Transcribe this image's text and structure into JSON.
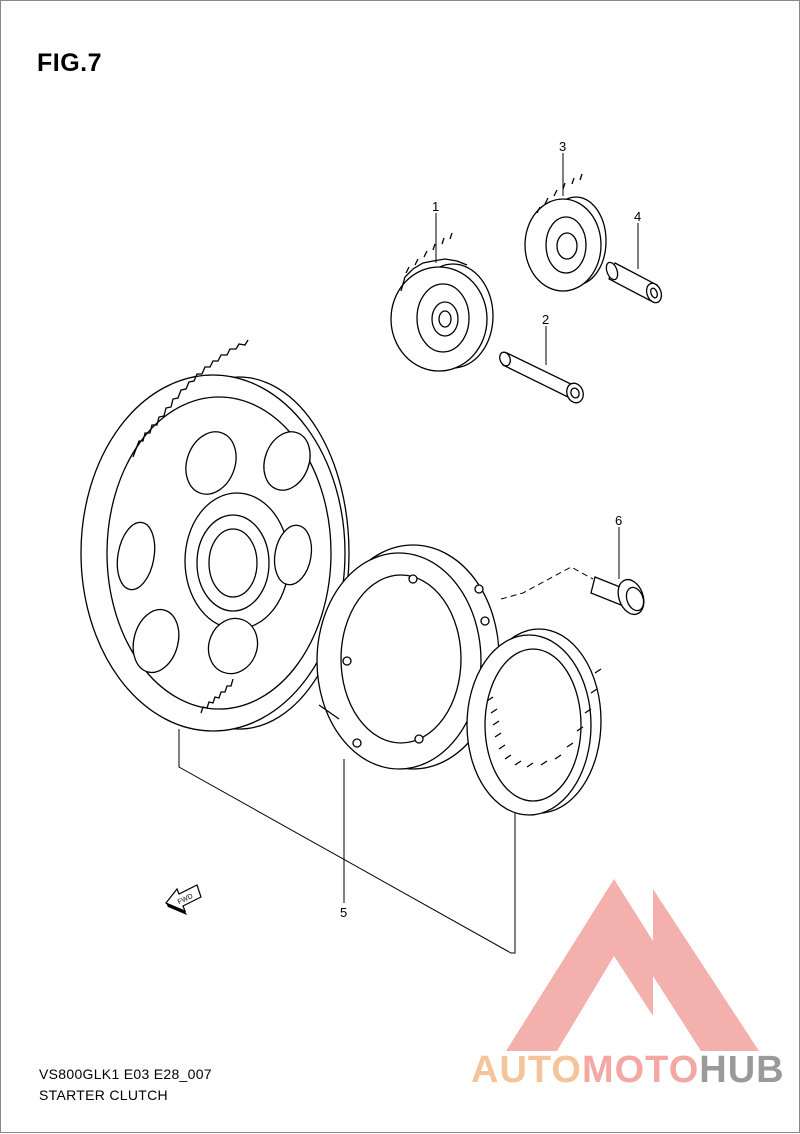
{
  "figure": {
    "title": "FIG.7"
  },
  "callouts": {
    "c1": "1",
    "c2": "2",
    "c3": "3",
    "c4": "4",
    "c5": "5",
    "c6": "6"
  },
  "fwd_label": "FWD",
  "footer": {
    "model_code": "VS800GLK1 E03 E28_007",
    "section_name": "STARTER CLUTCH"
  },
  "watermark": {
    "part1": "AUTO",
    "part2": "MOTO",
    "part3": "HUB"
  },
  "colors": {
    "line": "#000000",
    "watermark_orange": "#f6c49a",
    "watermark_red": "#f3a8a4",
    "watermark_gray": "#9a9a9a"
  }
}
